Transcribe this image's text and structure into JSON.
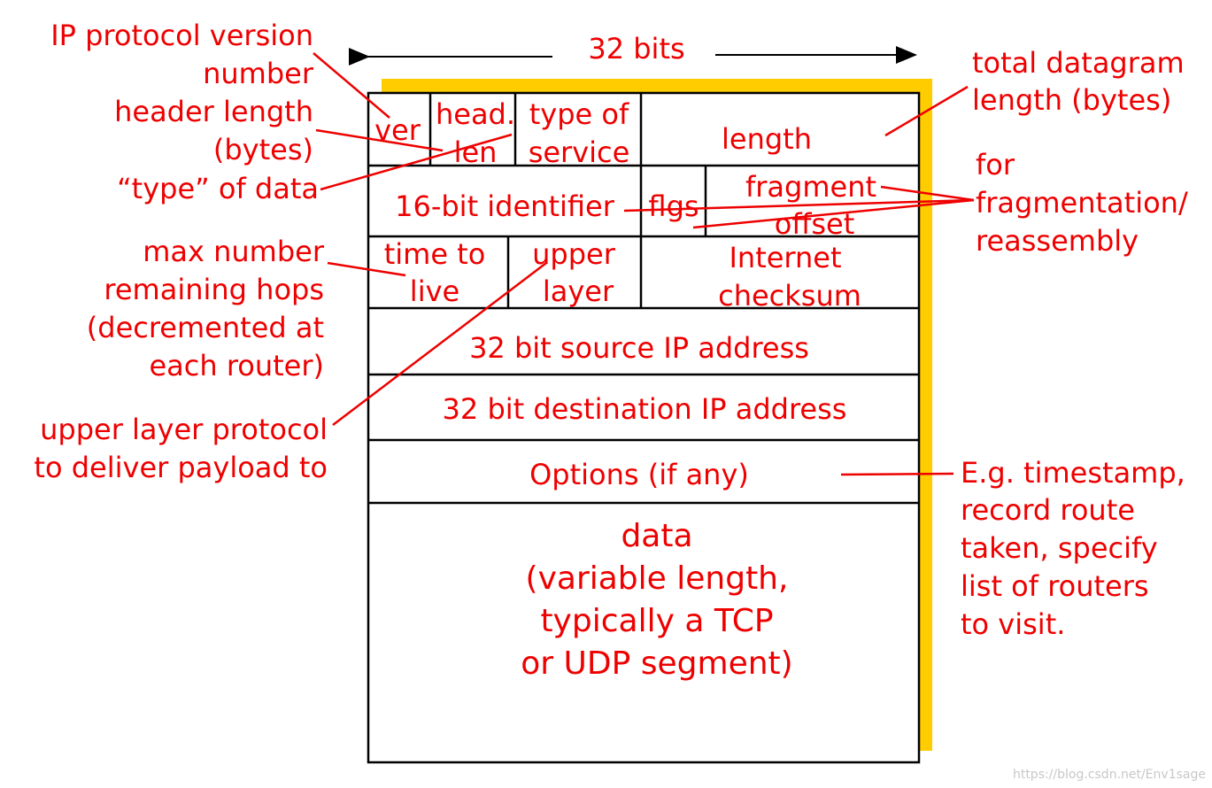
{
  "header_width_label": "32 bits",
  "fields": {
    "ver": "ver",
    "head_len": [
      "head.",
      "len"
    ],
    "type_of_service": [
      "type of",
      "service"
    ],
    "length": "length",
    "identifier": "16-bit identifier",
    "flags": "flgs",
    "fragment_offset": [
      "fragment",
      "offset"
    ],
    "ttl": [
      "time to",
      "live"
    ],
    "upper_layer": [
      "upper",
      "layer"
    ],
    "checksum": [
      "Internet",
      "checksum"
    ],
    "source_ip": "32 bit source IP address",
    "dest_ip": "32 bit destination IP address",
    "options": "Options (if any)",
    "data": [
      "data",
      "(variable length,",
      "typically a TCP",
      "or UDP segment)"
    ]
  },
  "annotations": {
    "version": [
      "IP protocol version",
      "number"
    ],
    "header_length": [
      "header length",
      "(bytes)"
    ],
    "tos": "“type” of data",
    "ttl": [
      "max number",
      "remaining hops",
      "(decremented at",
      "each router)"
    ],
    "protocol": [
      "upper layer protocol",
      "to deliver payload to"
    ],
    "total_length": [
      "total datagram",
      "length (bytes)"
    ],
    "fragmentation": [
      "for",
      "fragmentation/",
      "reassembly"
    ],
    "options": [
      "E.g. timestamp,",
      "record route",
      "taken, specify",
      "list of routers",
      "to visit."
    ]
  },
  "watermark": "https://blog.csdn.net/Env1sage",
  "colors": {
    "text": "#ee0000",
    "shadow": "#ffcc00",
    "border": "#000000"
  }
}
